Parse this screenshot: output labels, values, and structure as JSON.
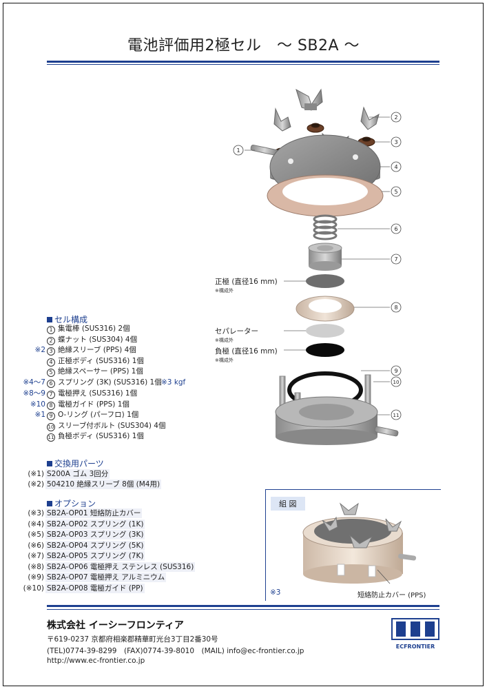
{
  "title": "電池評価用2極セル　～ SB2A ～",
  "composition": {
    "heading": "セル構成",
    "items": [
      {
        "num": "1",
        "prefix": "",
        "text": "集電棒 (SUS316)  2個"
      },
      {
        "num": "2",
        "prefix": "",
        "text": "蝶ナット (SUS304)  4個"
      },
      {
        "num": "3",
        "prefix": "※2",
        "text": "絶縁スリーブ (PPS)  4個"
      },
      {
        "num": "4",
        "prefix": "",
        "text": "正極ボディ (SUS316)  1個"
      },
      {
        "num": "5",
        "prefix": "",
        "text": "絶縁スペーサー (PPS)  1個"
      },
      {
        "num": "6",
        "prefix": "※4～7",
        "text": "スプリング (3K) (SUS316)  1個"
      },
      {
        "num": "7",
        "prefix": "※8～9",
        "text": "電極押え (SUS316)  1個"
      },
      {
        "num": "8",
        "prefix": "※10",
        "text": "電極ガイド (PPS)  1個"
      },
      {
        "num": "9",
        "prefix": "※1",
        "text": "O-リング (パーフロ)  1個"
      },
      {
        "num": "10",
        "prefix": "",
        "text": "スリーブ付ボルト (SUS304)  4個"
      },
      {
        "num": "11",
        "prefix": "",
        "text": "負極ボディ (SUS316)  1個"
      }
    ],
    "spring_note": "※3 kgf"
  },
  "replacement": {
    "heading": "交換用パーツ",
    "items": [
      {
        "mark": "(※1)",
        "text": "S200A ゴム 3回分"
      },
      {
        "mark": "(※2)",
        "text": "504210 絶縁スリーブ 8個 (M4用)"
      }
    ]
  },
  "options": {
    "heading": "オプション",
    "items": [
      {
        "mark": "(※3)",
        "text": "SB2A-OP01 短絡防止カバー"
      },
      {
        "mark": "(※4)",
        "text": "SB2A-OP02 スプリング (1K)"
      },
      {
        "mark": "(※5)",
        "text": "SB2A-OP03 スプリング (3K)"
      },
      {
        "mark": "(※6)",
        "text": "SB2A-OP04 スプリング (5K)"
      },
      {
        "mark": "(※7)",
        "text": "SB2A-OP05 スプリング (7K)"
      },
      {
        "mark": "(※8)",
        "text": "SB2A-OP06 電極押え ステンレス (SUS316)"
      },
      {
        "mark": "(※9)",
        "text": "SB2A-OP07 電極押え アルミニウム"
      },
      {
        "mark": "(※10)",
        "text": "SB2A-OP08 電極ガイド (PP)"
      }
    ]
  },
  "diagram": {
    "callouts": [
      "1",
      "2",
      "3",
      "4",
      "5",
      "6",
      "7",
      "8",
      "9",
      "10",
      "11"
    ],
    "positive": "正極 (直径16 mm)",
    "separator": "セパレーター",
    "negative": "負極 (直径16 mm)",
    "not_included": "※構成外"
  },
  "assembly": {
    "title": "組 図",
    "note": "※3",
    "cover_label": "短絡防止カバー (PPS)"
  },
  "footer": {
    "company": "株式会社 イーシーフロンティア",
    "address": "〒619-0237 京都府相楽郡精華町光台3丁目2番30号",
    "contact": "(TEL)0774-39-8299　(FAX)0774-39-8010　(MAIL) info@ec-frontier.co.jp",
    "url": "http://www.ec-frontier.co.jp",
    "logo_text": "ECFRONTIER"
  },
  "colors": {
    "accent": "#1d3f8f",
    "highlight": "#eef0f7"
  }
}
